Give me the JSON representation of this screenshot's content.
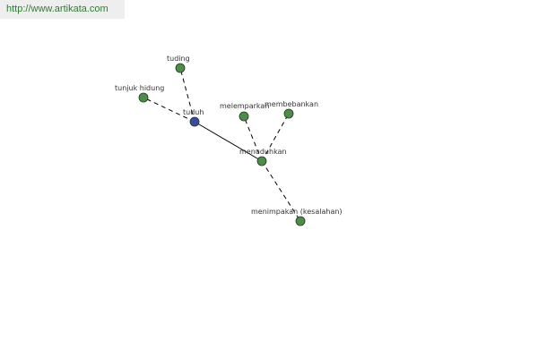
{
  "source_url": "http://www.artikata.com",
  "colors": {
    "center_node": "#3b4a9c",
    "node": "#4f8b4b",
    "node_stroke": "#1e3a1e",
    "edge": "#000000",
    "url_text": "#2e7d32"
  },
  "graph": {
    "center": "tuduh",
    "nodes": [
      {
        "id": "tuduh",
        "label": "tuduh",
        "kind": "center"
      },
      {
        "id": "tuding",
        "label": "tuding",
        "kind": "node"
      },
      {
        "id": "tunjuk_hidung",
        "label": "tunjuk hidung",
        "kind": "node"
      },
      {
        "id": "menuduhkan",
        "label": "menuduhkan",
        "kind": "node"
      },
      {
        "id": "melemparkan",
        "label": "melemparkan",
        "kind": "node"
      },
      {
        "id": "membebankan",
        "label": "membebankan",
        "kind": "node"
      },
      {
        "id": "menimpakan",
        "label": "menimpakan (kesalahan)",
        "kind": "node"
      }
    ],
    "edges": [
      {
        "from": "tuduh",
        "to": "tuding",
        "style": "dashed"
      },
      {
        "from": "tuduh",
        "to": "tunjuk_hidung",
        "style": "dashed"
      },
      {
        "from": "tuduh",
        "to": "menuduhkan",
        "style": "solid"
      },
      {
        "from": "menuduhkan",
        "to": "melemparkan",
        "style": "dashed"
      },
      {
        "from": "menuduhkan",
        "to": "membebankan",
        "style": "dashed"
      },
      {
        "from": "menuduhkan",
        "to": "menimpakan",
        "style": "dashed"
      }
    ]
  }
}
